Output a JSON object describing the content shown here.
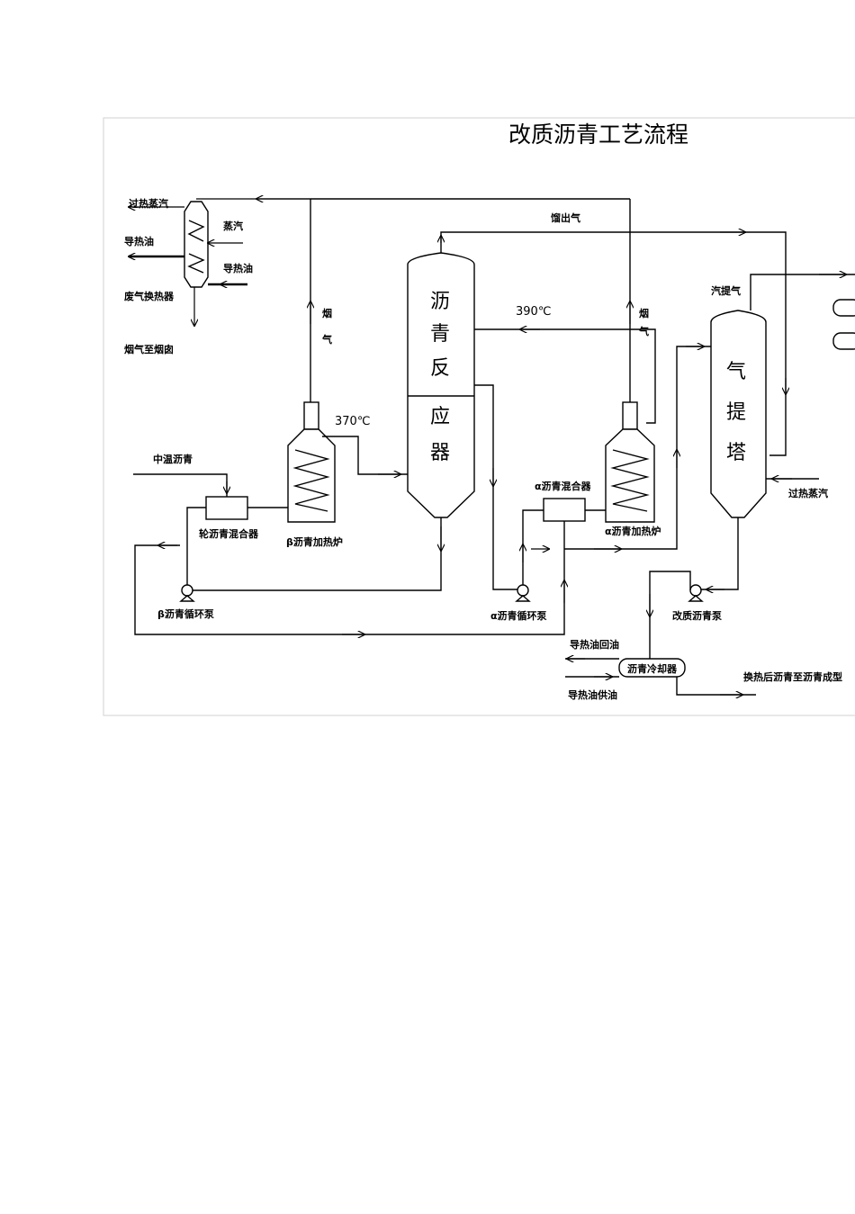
{
  "diagram": {
    "title": "改质沥青工艺流程",
    "labels": {
      "superheated_steam_top": "过热蒸汽",
      "heat_oil_out": "导热油",
      "exhaust_exchanger": "废气换热器",
      "flue_to_stack": "烟气至烟囱",
      "steam_in": "蒸汽",
      "heat_oil_in": "导热油",
      "flue_gas_left": "烟气",
      "flue_gas_right": "烟气",
      "distillate_gas": "馏出气",
      "temp_390": "390℃",
      "temp_370": "370℃",
      "stripping_gas": "汽提气",
      "medium_pitch": "中温沥青",
      "pitch_mixer_left": "轮沥青混合器",
      "beta_furnace": "β沥青加热炉",
      "beta_pump": "β沥青循环泵",
      "alpha_mixer": "α沥青混合器",
      "alpha_furnace": "α沥青加热炉",
      "alpha_pump": "α沥青循环泵",
      "modified_pump": "改质沥青泵",
      "superheated_steam_right": "过热蒸汽",
      "oil_return": "导热油回油",
      "oil_supply": "导热油供油",
      "pitch_cooler": "沥青冷却器",
      "product": "换热后沥青至沥青成型"
    },
    "vessels": {
      "reactor": [
        "沥",
        "青",
        "反",
        "应",
        "器"
      ],
      "stripper": [
        "气",
        "提",
        "塔"
      ]
    }
  }
}
